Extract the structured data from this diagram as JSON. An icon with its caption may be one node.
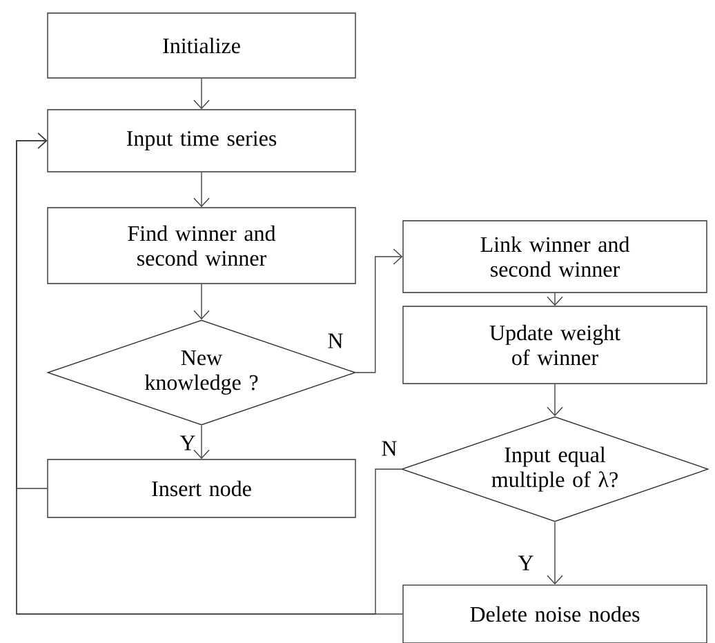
{
  "diagram": {
    "nodes": [
      {
        "text": [
          "Initialize"
        ]
      },
      {
        "text": [
          "Input time series"
        ]
      },
      {
        "text": [
          "Find winner and second winner"
        ]
      },
      {
        "text": [
          "New knowledge ?"
        ]
      },
      {
        "text": [
          "Insert node"
        ]
      },
      {
        "text": [
          "Link winner and second winner"
        ]
      },
      {
        "text": [
          "Update weight of winner"
        ]
      },
      {
        "text": [
          "Input equal multiple of λ?"
        ]
      },
      {
        "text": [
          "Delete noise nodes"
        ]
      }
    ],
    "edges": [
      {
        "from": 0,
        "to": 1,
        "arrow": "to"
      },
      {
        "from": 1,
        "to": 2,
        "arrow": "to"
      },
      {
        "from": 2,
        "to": 3,
        "arrow": "to"
      },
      {
        "from": 3,
        "to": 4,
        "arrow": "to",
        "label": "Y"
      },
      {
        "from": 3,
        "to": 5,
        "arrow": "to",
        "label": "N"
      },
      {
        "from": 5,
        "to": 6,
        "arrow": "to"
      },
      {
        "from": 6,
        "to": 7,
        "arrow": "to"
      },
      {
        "from": 7,
        "to": 8,
        "arrow": "to",
        "label": "Y"
      },
      {
        "from": 4,
        "to": 1,
        "arrow": "to"
      },
      {
        "from": 7,
        "to": 1,
        "arrow": "to",
        "label": "N"
      },
      {
        "from": 8,
        "to": 1,
        "arrow": "to"
      }
    ]
  }
}
